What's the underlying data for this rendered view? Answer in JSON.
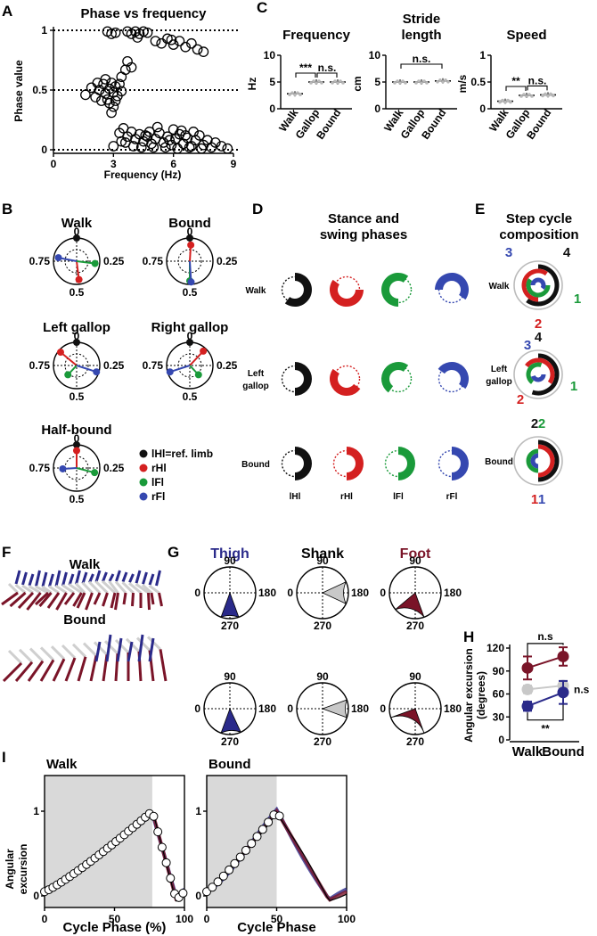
{
  "panels": [
    "A",
    "B",
    "C",
    "D",
    "E",
    "F",
    "G",
    "H",
    "I"
  ],
  "colors": {
    "lHl": "#111111",
    "rHl": "#d42020",
    "lFl": "#1a9a3a",
    "rFl": "#3548b0",
    "thigh": "#2a2a8a",
    "shank": "#c8c8c8",
    "foot": "#7a1428",
    "stance_shade": "#d9d9d9"
  },
  "panelA": {
    "title": "Phase vs frequency",
    "chart_data": {
      "type": "scatter",
      "title": "Phase vs frequency",
      "xlabel": "Frequency (Hz)",
      "ylabel": "Phase value",
      "xlim": [
        0,
        9
      ],
      "ylim": [
        0,
        1
      ],
      "xticks": [
        "0",
        "3",
        "6",
        "9"
      ],
      "yticks": [
        "0",
        "0.5",
        "1"
      ],
      "reference_lines": [
        0,
        0.5,
        1
      ],
      "points": [
        [
          2.7,
          0.99
        ],
        [
          2.9,
          0.97
        ],
        [
          3.1,
          0.98
        ],
        [
          3.7,
          0.99
        ],
        [
          3.9,
          0.97
        ],
        [
          4.1,
          0.99
        ],
        [
          4.3,
          0.97
        ],
        [
          4.5,
          0.99
        ],
        [
          4.7,
          0.98
        ],
        [
          4.2,
          0.94
        ],
        [
          5.1,
          0.91
        ],
        [
          5.4,
          0.89
        ],
        [
          5.7,
          0.93
        ],
        [
          6.0,
          0.88
        ],
        [
          6.3,
          0.91
        ],
        [
          6.6,
          0.86
        ],
        [
          6.9,
          0.89
        ],
        [
          7.2,
          0.84
        ],
        [
          7.5,
          0.82
        ],
        [
          5.9,
          0.92
        ],
        [
          3.7,
          0.74
        ],
        [
          3.6,
          0.67
        ],
        [
          3.4,
          0.61
        ],
        [
          3.9,
          0.69
        ],
        [
          3.3,
          0.55
        ],
        [
          1.6,
          0.46
        ],
        [
          1.9,
          0.52
        ],
        [
          2.1,
          0.44
        ],
        [
          2.3,
          0.5
        ],
        [
          2.5,
          0.55
        ],
        [
          2.6,
          0.47
        ],
        [
          2.7,
          0.42
        ],
        [
          2.8,
          0.51
        ],
        [
          2.9,
          0.56
        ],
        [
          3.0,
          0.48
        ],
        [
          3.1,
          0.53
        ],
        [
          3.2,
          0.45
        ],
        [
          2.8,
          0.39
        ],
        [
          3.0,
          0.36
        ],
        [
          2.4,
          0.41
        ],
        [
          2.6,
          0.59
        ],
        [
          3.1,
          0.41
        ],
        [
          2.2,
          0.56
        ],
        [
          3.4,
          0.49
        ],
        [
          2.9,
          0.31
        ],
        [
          3.3,
          0.14
        ],
        [
          3.5,
          0.18
        ],
        [
          3.7,
          0.11
        ],
        [
          3.9,
          0.15
        ],
        [
          4.1,
          0.09
        ],
        [
          4.3,
          0.13
        ],
        [
          4.5,
          0.07
        ],
        [
          4.7,
          0.11
        ],
        [
          4.9,
          0.05
        ],
        [
          5.1,
          0.09
        ],
        [
          5.3,
          0.14
        ],
        [
          5.5,
          0.06
        ],
        [
          5.7,
          0.11
        ],
        [
          5.9,
          0.04
        ],
        [
          6.1,
          0.09
        ],
        [
          6.3,
          0.13
        ],
        [
          6.5,
          0.05
        ],
        [
          6.7,
          0.1
        ],
        [
          6.9,
          0.03
        ],
        [
          7.1,
          0.08
        ],
        [
          7.3,
          0.12
        ],
        [
          7.5,
          0.04
        ],
        [
          7.7,
          0.08
        ],
        [
          7.9,
          0.02
        ],
        [
          8.1,
          0.06
        ],
        [
          8.4,
          0.03
        ],
        [
          8.7,
          0.01
        ],
        [
          4.0,
          0.03
        ],
        [
          4.4,
          0.02
        ],
        [
          5.0,
          0.02
        ],
        [
          5.6,
          0.02
        ],
        [
          6.2,
          0.01
        ],
        [
          6.8,
          0.02
        ],
        [
          7.4,
          0.01
        ],
        [
          3.6,
          0.06
        ],
        [
          4.8,
          0.15
        ],
        [
          5.2,
          0.19
        ],
        [
          6.0,
          0.17
        ],
        [
          6.4,
          0.16
        ],
        [
          7.0,
          0.15
        ],
        [
          3.0,
          0.03
        ],
        [
          3.4,
          0.07
        ],
        [
          5.8,
          0.08
        ],
        [
          4.6,
          0.12
        ],
        [
          6.6,
          0.12
        ]
      ]
    }
  },
  "panelB": {
    "legend": [
      "lHl=ref. limb",
      "rHl",
      "lFl",
      "rFl"
    ],
    "polars": [
      {
        "title": "Walk",
        "labels": [
          "0",
          "0.25",
          "0.5",
          "0.75"
        ],
        "vectors": [
          {
            "limb": "rHl",
            "angle": 0.48,
            "len": 0.8
          },
          {
            "limb": "lFl",
            "angle": 0.27,
            "len": 0.8
          },
          {
            "limb": "rFl",
            "angle": 0.78,
            "len": 0.8
          }
        ]
      },
      {
        "title": "Bound",
        "labels": [
          "0",
          "0.25",
          "0.5",
          "0.75"
        ],
        "vectors": [
          {
            "limb": "rHl",
            "angle": 0.01,
            "len": 0.7
          },
          {
            "limb": "lFl",
            "angle": 0.5,
            "len": 0.85
          },
          {
            "limb": "rFl",
            "angle": 0.49,
            "len": 0.9
          }
        ]
      },
      {
        "title": "Left gallop",
        "labels": [
          "0",
          "0.25",
          "0.5",
          "0.75"
        ],
        "vectors": [
          {
            "limb": "rHl",
            "angle": 0.86,
            "len": 0.9
          },
          {
            "limb": "lFl",
            "angle": 0.62,
            "len": 0.55
          },
          {
            "limb": "rFl",
            "angle": 0.3,
            "len": 0.9
          }
        ]
      },
      {
        "title": "Right gallop",
        "labels": [
          "0",
          "0.25",
          "0.5",
          "0.75"
        ],
        "vectors": [
          {
            "limb": "rHl",
            "angle": 0.12,
            "len": 0.85
          },
          {
            "limb": "lFl",
            "angle": 0.38,
            "len": 0.55
          },
          {
            "limb": "rFl",
            "angle": 0.7,
            "len": 0.9
          }
        ]
      },
      {
        "title": "Half-bound",
        "labels": [
          "0",
          "0.25",
          "0.5",
          "0.75"
        ],
        "vectors": [
          {
            "limb": "rHl",
            "angle": 0.0,
            "len": 0.75
          },
          {
            "limb": "lFl",
            "angle": 0.29,
            "len": 0.8
          },
          {
            "limb": "rFl",
            "angle": 0.74,
            "len": 0.6
          }
        ]
      }
    ]
  },
  "panelC": {
    "charts": [
      {
        "title": [
          "Frequency"
        ],
        "ylabel": "Hz",
        "ylim": [
          0,
          10
        ],
        "yticks": [
          "0",
          "5",
          "10"
        ],
        "categories": [
          "Walk",
          "Gallop",
          "Bound"
        ],
        "values": [
          2.8,
          5.0,
          5.0
        ],
        "sig": [
          {
            "from": 0,
            "to": 1,
            "text": "***"
          },
          {
            "from": 1,
            "to": 2,
            "text": "n.s."
          }
        ]
      },
      {
        "title": [
          "Stride",
          "length"
        ],
        "ylabel": "cm",
        "ylim": [
          0,
          10
        ],
        "yticks": [
          "0",
          "5",
          "10"
        ],
        "categories": [
          "Walk",
          "Gallop",
          "Bound"
        ],
        "values": [
          5.0,
          5.0,
          5.2
        ],
        "sig": [
          {
            "from": 0,
            "to": 2,
            "text": "n.s."
          }
        ]
      },
      {
        "title": [
          "Speed"
        ],
        "ylabel": "m/s",
        "ylim": [
          0,
          1
        ],
        "yticks": [
          "0",
          "0.5",
          "1"
        ],
        "categories": [
          "Walk",
          "Gallop",
          "Bound"
        ],
        "values": [
          0.14,
          0.25,
          0.26
        ],
        "sig": [
          {
            "from": 0,
            "to": 1,
            "text": "**"
          },
          {
            "from": 1,
            "to": 2,
            "text": "n.s."
          }
        ]
      }
    ]
  },
  "panelD": {
    "title": [
      "Stance and",
      "swing phases"
    ],
    "rows": [
      {
        "label": [
          "Walk"
        ],
        "stance": 0.6
      },
      {
        "label": [
          "Left",
          "gallop"
        ],
        "stance": 0.5
      },
      {
        "label": [
          "Bound"
        ],
        "stance": 0.5
      }
    ],
    "limbs": [
      "lHl",
      "rHl",
      "lFl",
      "rFl"
    ]
  },
  "panelE": {
    "title": [
      "Step cycle",
      "composition"
    ],
    "rows": [
      {
        "label": [
          "Walk"
        ],
        "numbers": [
          "4",
          "1",
          "2",
          "3"
        ]
      },
      {
        "label": [
          "Left",
          "gallop"
        ],
        "numbers": [
          "4",
          "1",
          "2",
          "3"
        ]
      },
      {
        "label": [
          "Bound"
        ],
        "numbers": [
          "2",
          "2",
          "1",
          "1"
        ]
      }
    ]
  },
  "panelF": {
    "labels": [
      "Walk",
      "Bound"
    ]
  },
  "panelG": {
    "headers": [
      "Thigh",
      "Shank",
      "Foot"
    ],
    "labels": [
      "90",
      "0",
      "180",
      "270"
    ],
    "sectors": [
      [
        [
          250,
          290
        ],
        [
          155,
          205
        ],
        [
          250,
          320
        ]
      ],
      [
        [
          245,
          290
        ],
        [
          160,
          200
        ],
        [
          250,
          340
        ]
      ]
    ]
  },
  "panelH": {
    "chart_data": {
      "type": "line",
      "xlabel": "",
      "ylabel": "Angular excursion (degrees)",
      "ylim": [
        0,
        120
      ],
      "yticks": [
        "0",
        "30",
        "60",
        "90",
        "120"
      ],
      "categories": [
        "Walk",
        "Bound"
      ],
      "series": [
        {
          "values": [
            94,
            109
          ],
          "err": [
            15,
            12
          ]
        },
        {
          "values": [
            66,
            71
          ],
          "err": [
            5,
            6
          ]
        },
        {
          "values": [
            44,
            62
          ],
          "err": [
            6,
            15
          ]
        }
      ],
      "sig": [
        "n.s",
        "n.s",
        "**"
      ]
    }
  },
  "panelI": {
    "ylabel": "Angular excursion",
    "charts": [
      {
        "title": "Walk",
        "xlabel": "Cycle Phase (%)",
        "stance_end": 77
      },
      {
        "title": "Bound",
        "xlabel": "Cycle Phase",
        "stance_end": 50
      }
    ],
    "xticks": [
      "0",
      "50",
      "100"
    ],
    "yticks": [
      "0",
      "1"
    ]
  }
}
